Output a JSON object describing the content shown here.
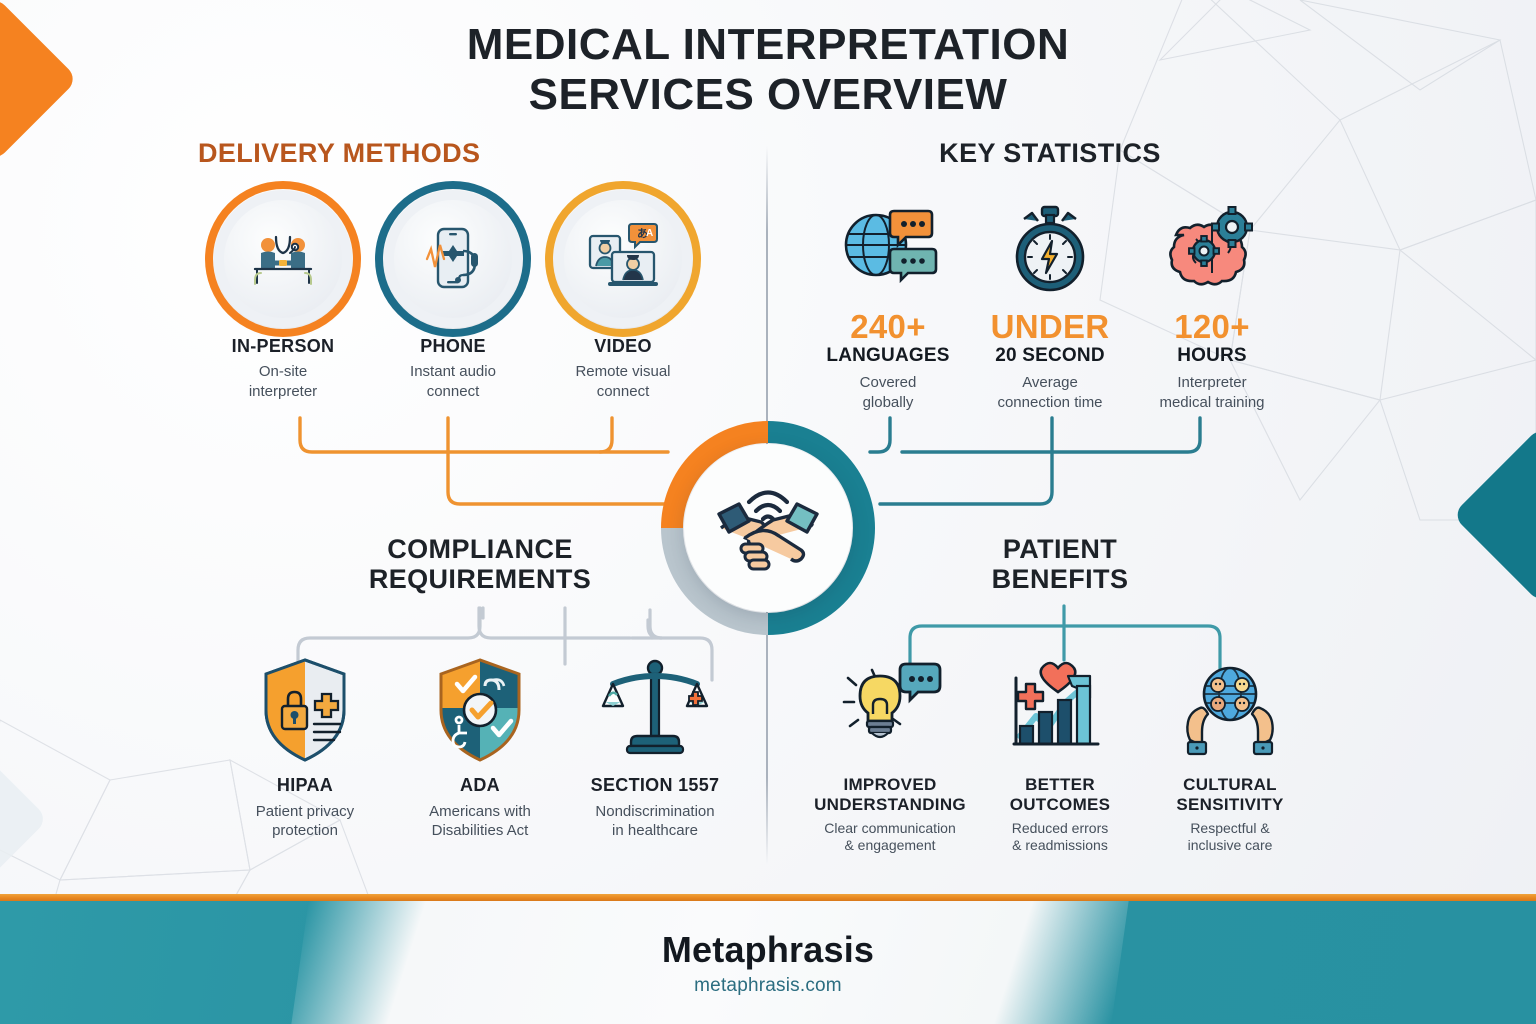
{
  "header": {
    "title_line1": "MEDICAL INTERPRETATION",
    "title_line2": "SERVICES OVERVIEW"
  },
  "colors": {
    "orange": "#f58220",
    "orange_text": "#b8561d",
    "stat_number": "#f2912f",
    "teal": "#13788a",
    "teal_light": "#3f9aa8",
    "dark": "#1d2228",
    "body_text": "#46505c",
    "connector_gray": "#c3cad3",
    "footer_band": "#2a93a3"
  },
  "delivery_methods": {
    "title": "DELIVERY METHODS",
    "items": [
      {
        "label": "IN-PERSON",
        "desc_line1": "On-site",
        "desc_line2": "interpreter",
        "ring": "#f58220",
        "icon": "in-person-consult-icon"
      },
      {
        "label": "PHONE",
        "desc_line1": "Instant audio",
        "desc_line2": "connect",
        "ring": "#1d6d8a",
        "icon": "phone-headset-icon"
      },
      {
        "label": "VIDEO",
        "desc_line1": "Remote visual",
        "desc_line2": "connect",
        "ring": "#f0a62e",
        "icon": "video-call-icon"
      }
    ]
  },
  "key_statistics": {
    "title": "KEY STATISTICS",
    "items": [
      {
        "value": "240+",
        "unit": "LANGUAGES",
        "desc_line1": "Covered",
        "desc_line2": "globally",
        "icon": "globe-chat-icon"
      },
      {
        "value": "UNDER",
        "unit": "20 SECOND",
        "desc_line1": "Average",
        "desc_line2": "connection time",
        "icon": "stopwatch-bolt-icon"
      },
      {
        "value": "120+",
        "unit": "HOURS",
        "desc_line1": "Interpreter",
        "desc_line2": "medical training",
        "icon": "brain-gears-icon"
      }
    ]
  },
  "compliance": {
    "title_line1": "COMPLIANCE",
    "title_line2": "REQUIREMENTS",
    "items": [
      {
        "label": "HIPAA",
        "desc_line1": "Patient privacy",
        "desc_line2": "protection",
        "icon": "shield-lock-icon"
      },
      {
        "label": "ADA",
        "desc_line1": "Americans with",
        "desc_line2": "Disabilities Act",
        "icon": "shield-accessibility-icon"
      },
      {
        "label": "SECTION 1557",
        "desc_line1": "Nondiscrimination",
        "desc_line2": "in healthcare",
        "icon": "scales-balance-icon"
      }
    ]
  },
  "benefits": {
    "title_line1": "PATIENT",
    "title_line2": "BENEFITS",
    "items": [
      {
        "label_line1": "IMPROVED",
        "label_line2": "UNDERSTANDING",
        "desc_line1": "Clear communication",
        "desc_line2": "& engagement",
        "icon": "lightbulb-chat-icon"
      },
      {
        "label_line1": "BETTER",
        "label_line2": "OUTCOMES",
        "desc_line1": "Reduced errors",
        "desc_line2": "& readmissions",
        "icon": "growth-chart-heart-icon"
      },
      {
        "label_line1": "CULTURAL",
        "label_line2": "SENSITIVITY",
        "desc_line1": "Respectful &",
        "desc_line2": "inclusive care",
        "icon": "hands-globe-people-icon"
      }
    ]
  },
  "center": {
    "icon": "handshake-signal-icon"
  },
  "footer": {
    "brand": "Metaphrasis",
    "url": "metaphrasis.com"
  }
}
